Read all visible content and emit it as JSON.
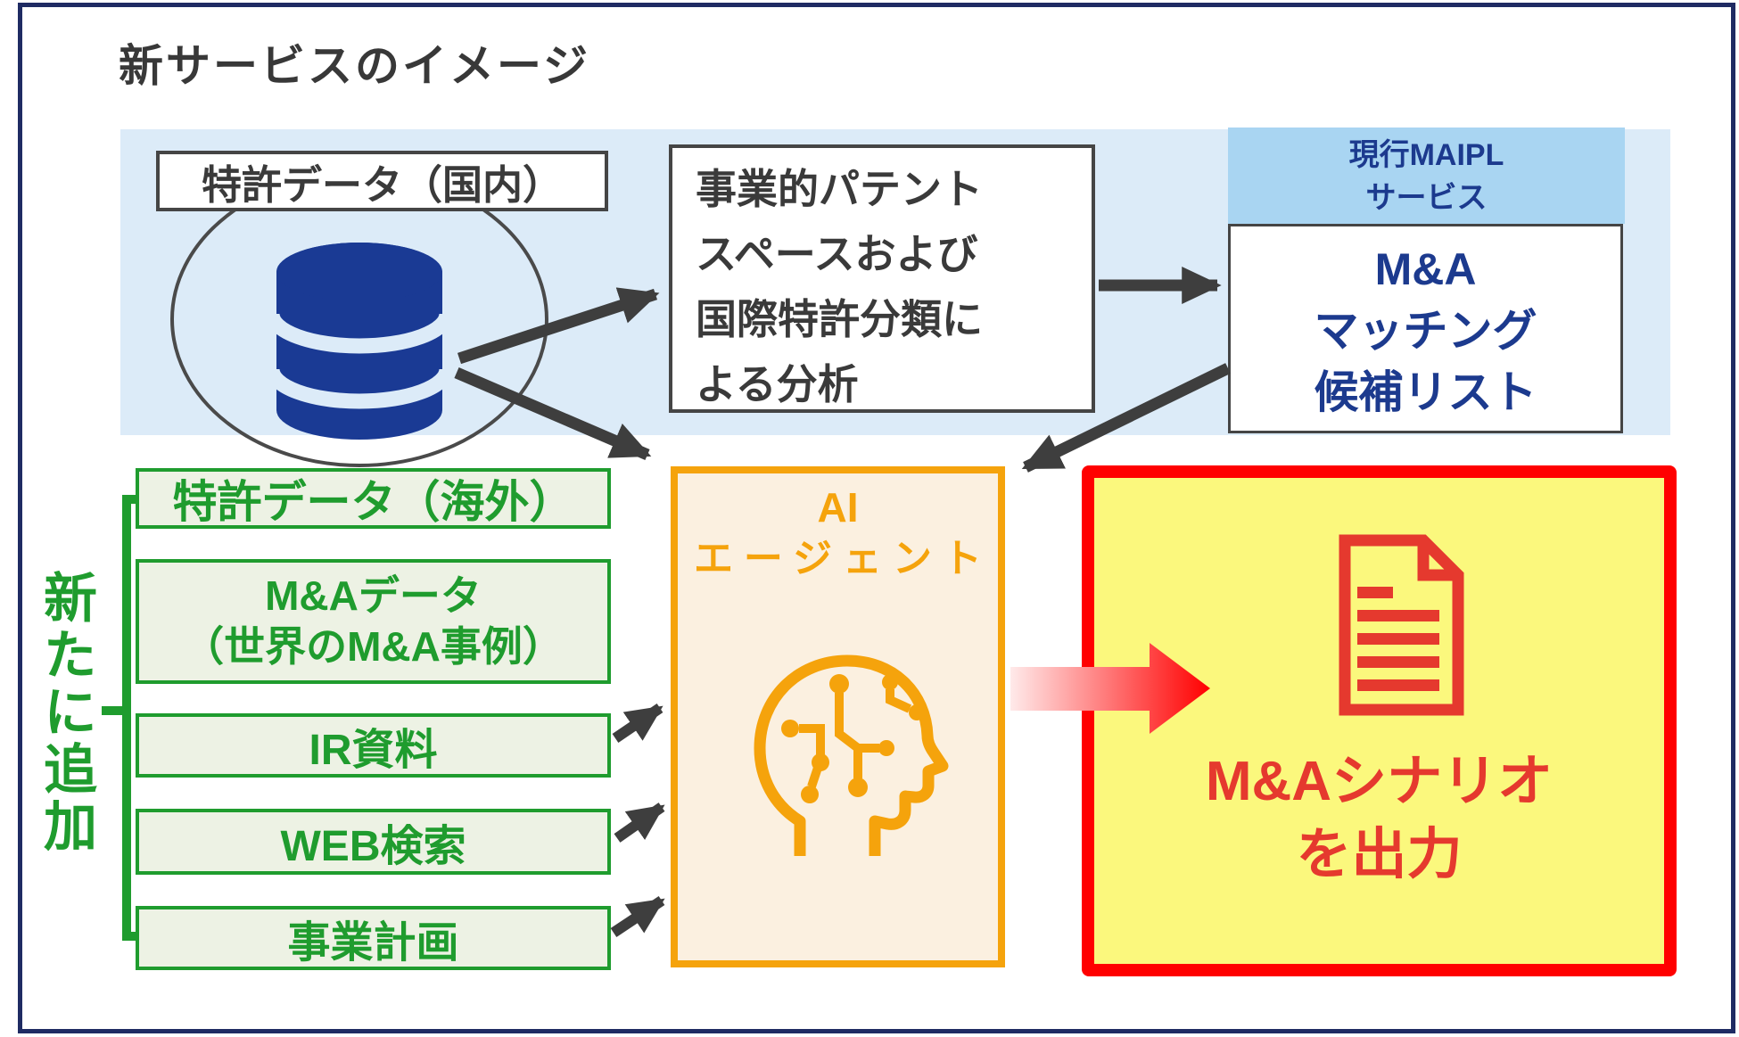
{
  "title": "新サービスのイメージ",
  "top_flow": {
    "patent_domestic": "特許データ（国内）",
    "analysis_lines": [
      "事業的パテント",
      "スペースおよび",
      "国際特許分類に",
      "よる分析"
    ],
    "maipl_header_lines": [
      "現行MAIPL",
      "サービス"
    ],
    "matching_lines": [
      "M&A",
      "マッチング",
      "候補リスト"
    ]
  },
  "new_sources": {
    "bracket_label": "新たに追加",
    "patent_overseas": "特許データ（海外）",
    "ma_data_line1": "M&Aデータ",
    "ma_data_line2": "（世界のM&A事例）",
    "ir": "IR資料",
    "web": "WEB検索",
    "plan": "事業計画"
  },
  "ai_agent": {
    "line1": "AI",
    "line2": "エージェント"
  },
  "output": {
    "line1": "M&Aシナリオ",
    "line2": "を出力"
  },
  "icons": {
    "database": "database-icon",
    "ai_head": "ai-head-icon",
    "document": "document-icon"
  },
  "colors": {
    "slide_border": "#1f2b63",
    "panel_blue": "#dcebf8",
    "header_blue": "#a9d5f2",
    "navy_text": "#1c3a8e",
    "database_navy": "#1a3a94",
    "green": "#1f9c2e",
    "green_fill": "#edf2e4",
    "orange": "#f5a30c",
    "orange_fill": "#fbf0e0",
    "red": "#ff0000",
    "soft_red": "#e5392e",
    "yellow_fill": "#fbf87d",
    "arrow_dark": "#3e3e3e"
  }
}
